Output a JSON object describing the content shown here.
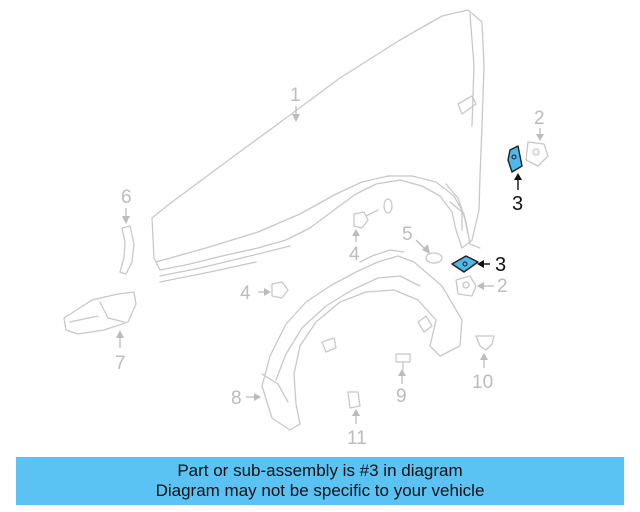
{
  "diagram": {
    "callouts": {
      "c1": "1",
      "c2a": "2",
      "c2b": "2",
      "c3a": "3",
      "c3b": "3",
      "c4a": "4",
      "c4b": "4",
      "c5": "5",
      "c6": "6",
      "c7": "7",
      "c8": "8",
      "c9": "9",
      "c10": "10",
      "c11": "11"
    },
    "highlight_color": "#4fb7e9",
    "line_color": "#c8c8c8"
  },
  "banner": {
    "line1": "Part or sub-assembly is #3 in diagram",
    "line2": "Diagram may not be specific to your vehicle",
    "background": "#5bc2f4"
  }
}
